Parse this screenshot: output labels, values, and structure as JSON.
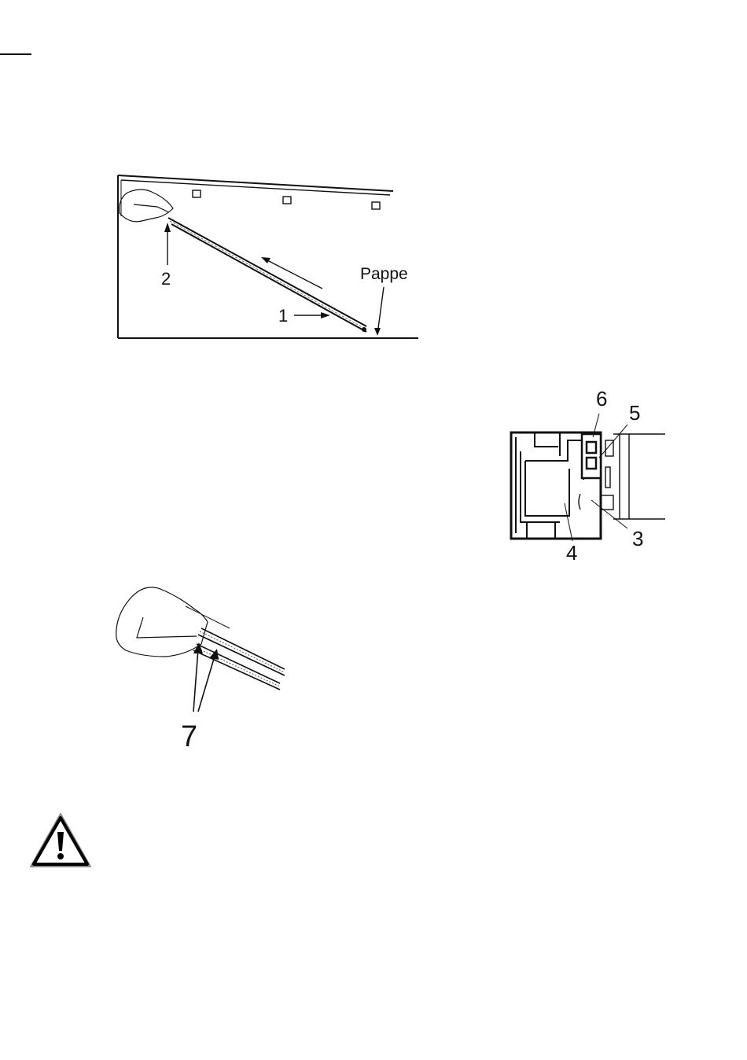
{
  "figure1": {
    "callout_2": "2",
    "callout_1": "1",
    "callout_pappe": "Pappe"
  },
  "figure2": {
    "callout_6": "6",
    "callout_5": "5",
    "callout_3": "3",
    "callout_4": "4"
  },
  "figure3": {
    "callout_7": "7"
  },
  "warning": {
    "icon": "warning-triangle-icon",
    "color": "#000000"
  }
}
